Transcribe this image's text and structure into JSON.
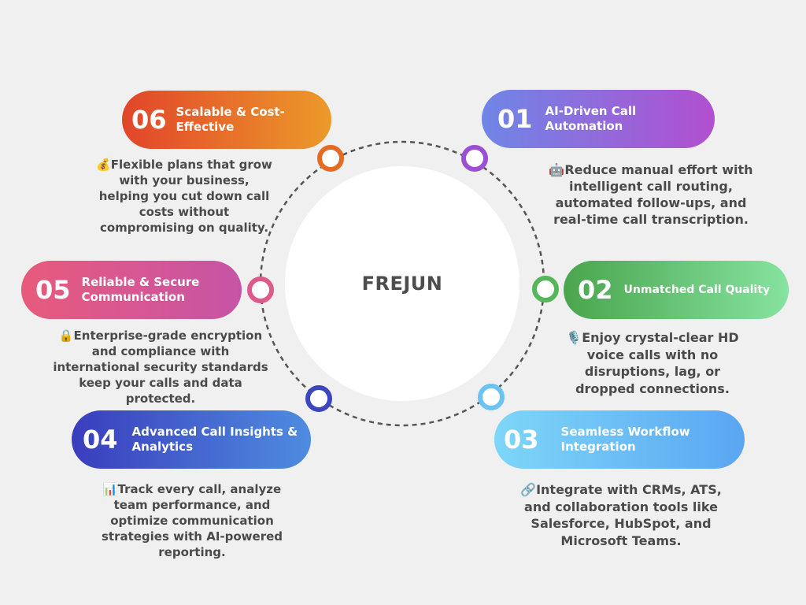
{
  "center": {
    "title": "FREJUN"
  },
  "features": [
    {
      "number": "01",
      "title": "AI-Driven Call Automation",
      "icon": "🤖",
      "icon_name": "robot-icon",
      "description": "Reduce manual effort with intelligent call routing, automated follow-ups, and real-time call transcription.",
      "gradient": [
        "#6f86e6",
        "#b24fd0"
      ],
      "node_color": "#9a4fd4"
    },
    {
      "number": "02",
      "title": "Unmatched Call Quality",
      "icon": "🎙️",
      "icon_name": "microphone-icon",
      "description": "Enjoy crystal-clear HD voice calls with no disruptions, lag, or dropped connections.",
      "gradient": [
        "#4aa54d",
        "#86e3a0"
      ],
      "node_color": "#56b65a"
    },
    {
      "number": "03",
      "title": "Seamless Workflow Integration",
      "icon": "🔗",
      "icon_name": "link-icon",
      "description": "Integrate with CRMs, ATS, and collaboration tools like Salesforce, HubSpot, and Microsoft Teams.",
      "gradient": [
        "#7ed6f8",
        "#5aa6f2"
      ],
      "node_color": "#6cc3f2"
    },
    {
      "number": "04",
      "title": "Advanced Call Insights & Analytics",
      "icon": "📊",
      "icon_name": "bar-chart-icon",
      "description": "Track every call, analyze team performance, and optimize communication strategies with AI-powered reporting.",
      "gradient": [
        "#3a3dbd",
        "#4f8ce0"
      ],
      "node_color": "#3a45bf"
    },
    {
      "number": "05",
      "title": "Reliable & Secure Communication",
      "icon": "🔒",
      "icon_name": "lock-icon",
      "description": "Enterprise-grade encryption and compliance with international security standards keep your calls and data protected.",
      "gradient": [
        "#e85a7c",
        "#c654a6"
      ],
      "node_color": "#de5a8c"
    },
    {
      "number": "06",
      "title": "Scalable & Cost-Effective",
      "icon": "💰",
      "icon_name": "money-bag-icon",
      "description": "Flexible plans that grow with your business, helping you cut down call costs without compromising on quality.",
      "gradient": [
        "#e2452a",
        "#ec9a2a"
      ],
      "node_color": "#e56a22"
    }
  ]
}
